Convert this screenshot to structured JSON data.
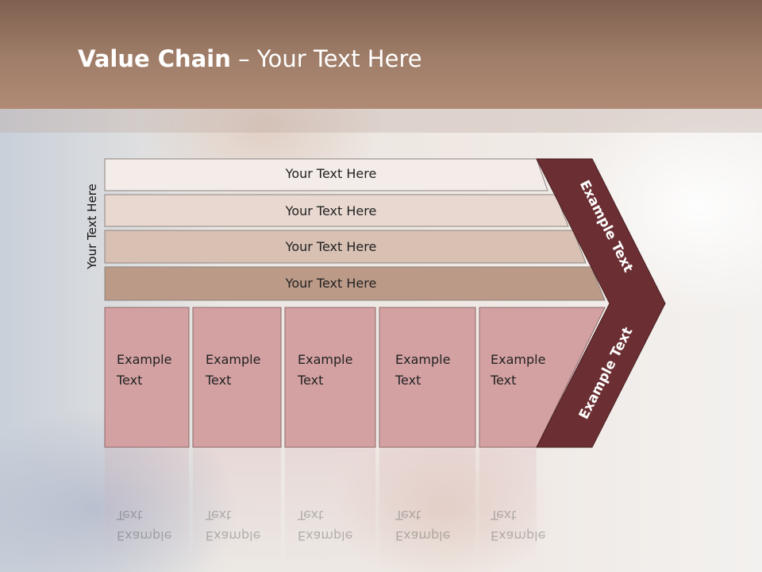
{
  "title": {
    "bold": "Value Chain",
    "rest": " – Your Text Here"
  },
  "side_label": "Your Text Here",
  "bars": [
    {
      "label": "Your Text Here",
      "color": "#f3ece8"
    },
    {
      "label": "Your Text Here",
      "color": "#e8d8cf"
    },
    {
      "label": "Your Text Here",
      "color": "#d8c0b3"
    },
    {
      "label": "Your Text Here",
      "color": "#bc9a88"
    }
  ],
  "boxes": [
    {
      "line1": "Example",
      "line2": "Text"
    },
    {
      "line1": "Example",
      "line2": "Text"
    },
    {
      "line1": "Example",
      "line2": "Text"
    },
    {
      "line1": "Example",
      "line2": "Text"
    },
    {
      "line1": "Example",
      "line2": "Text"
    }
  ],
  "chevron": {
    "upper": "Example Text",
    "lower": "Example Text",
    "color": "#6b2f33"
  },
  "colors": {
    "box_fill": "#d4a1a3",
    "box_stroke": "#8e6a6a"
  }
}
